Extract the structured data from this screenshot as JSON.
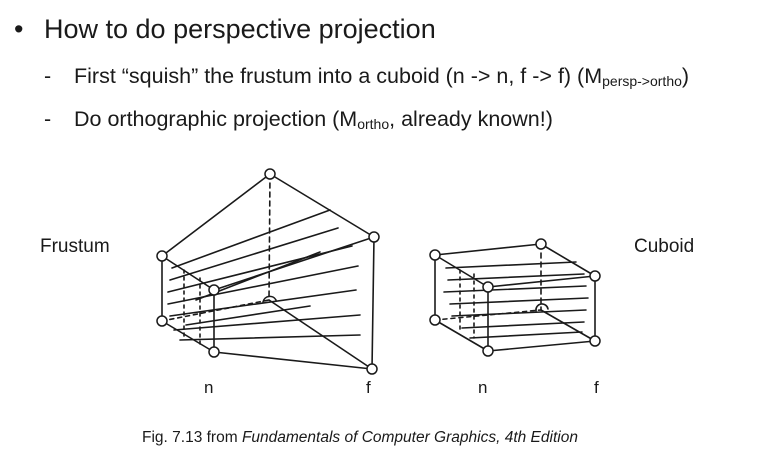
{
  "slide": {
    "main_bullet": "How to do perspective projection",
    "sub_bullets": [
      {
        "dash": "-",
        "text_before": "First “squish” the frustum into a cuboid (n -> n, f -> f) (M",
        "subscript": "persp->ortho",
        "text_after": ")"
      },
      {
        "dash": "-",
        "text_before": "Do orthographic projection (M",
        "subscript": "ortho",
        "text_after": ", already known!)"
      }
    ]
  },
  "figure": {
    "frustum_label": "Frustum",
    "cuboid_label": "Cuboid",
    "frustum_near_label": "n",
    "frustum_far_label": "f",
    "cuboid_near_label": "n",
    "cuboid_far_label": "f"
  },
  "caption": {
    "prefix": "Fig. 7.13 from ",
    "source": "Fundamentals of Computer Graphics, 4th Edition"
  }
}
